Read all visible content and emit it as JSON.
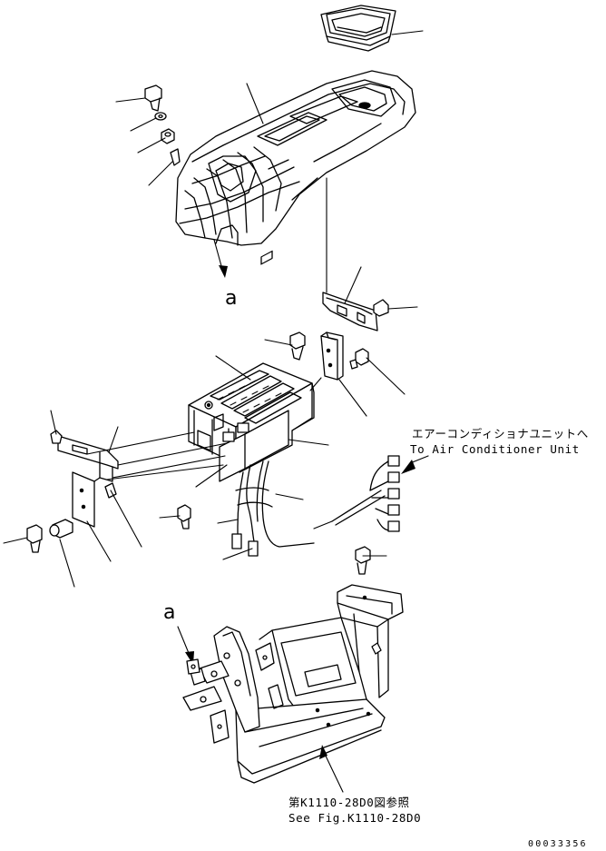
{
  "callouts": {
    "view_a_top": "a",
    "view_a_bottom": "a"
  },
  "air_conditioner_note": {
    "japanese": "エアーコンディショナユニットへ",
    "english": "To Air Conditioner Unit"
  },
  "reference_note": {
    "japanese": "第K1110-28D0図参照",
    "english": "See Fig.K1110-28D0"
  },
  "document_number": "00033356"
}
